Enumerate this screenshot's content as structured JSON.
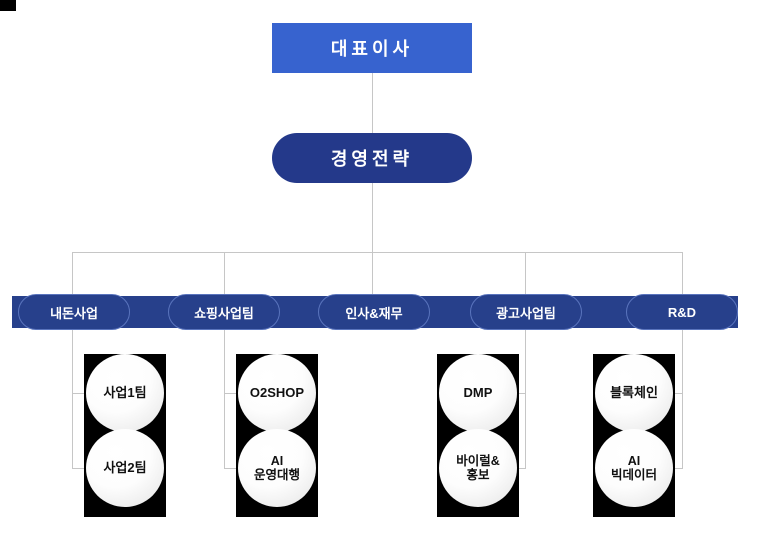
{
  "chart": {
    "type": "org-chart",
    "title": "",
    "colors": {
      "ceo_fill": "#3763cf",
      "strategy_fill": "#24398a",
      "department_fill": "#27408b",
      "department_border": "#5a74bd",
      "connector": "#c6c6c6",
      "team_plate": "#000000",
      "team_circle": "#ffffff",
      "text_on_dark": "#ffffff",
      "text_on_light": "#111111"
    },
    "levels": [
      {
        "level": 1,
        "shape": "rectangle",
        "nodes": [
          {
            "label": "대표이사"
          }
        ]
      },
      {
        "level": 2,
        "shape": "rounded-rectangle",
        "nodes": [
          {
            "label": "경영전략"
          }
        ]
      },
      {
        "level": 3,
        "shape": "pill",
        "nodes": [
          {
            "label": "내돈사업"
          },
          {
            "label": "쇼핑사업팀"
          },
          {
            "label": "인사&재무"
          },
          {
            "label": "광고사업팀"
          },
          {
            "label": "R&D"
          }
        ]
      },
      {
        "level": 4,
        "shape": "circle",
        "groups": [
          {
            "parent": "내돈사업",
            "connector_side": "left",
            "teams": [
              {
                "lines": [
                  "사업1팀"
                ]
              },
              {
                "lines": [
                  "사업2팀"
                ]
              }
            ]
          },
          {
            "parent": "쇼핑사업팀",
            "connector_side": "left",
            "teams": [
              {
                "lines": [
                  "O2SHOP"
                ]
              },
              {
                "lines": [
                  "AI",
                  "운영대행"
                ]
              }
            ]
          },
          {
            "parent": "광고사업팀",
            "connector_side": "right",
            "teams": [
              {
                "lines": [
                  "DMP"
                ]
              },
              {
                "lines": [
                  "바이럴&",
                  "홍보"
                ]
              }
            ]
          },
          {
            "parent": "R&D",
            "connector_side": "right",
            "teams": [
              {
                "lines": [
                  "블록체인"
                ]
              },
              {
                "lines": [
                  "AI",
                  "빅데이터"
                ]
              }
            ]
          }
        ]
      }
    ]
  },
  "ceo": {
    "label": "대표이사"
  },
  "strategy": {
    "label": "경영전략"
  },
  "departments": [
    {
      "label": "내돈사업"
    },
    {
      "label": "쇼핑사업팀"
    },
    {
      "label": "인사&재무"
    },
    {
      "label": "광고사업팀"
    },
    {
      "label": "R&D"
    }
  ],
  "teams": {
    "g1": {
      "t1": "사업1팀",
      "t2": "사업2팀"
    },
    "g2": {
      "t1": "O2SHOP",
      "t2a": "AI",
      "t2b": "운영대행"
    },
    "g3": {
      "t1": "DMP",
      "t2a": "바이럴&",
      "t2b": "홍보"
    },
    "g4": {
      "t1": "블록체인",
      "t2a": "AI",
      "t2b": "빅데이터"
    }
  }
}
